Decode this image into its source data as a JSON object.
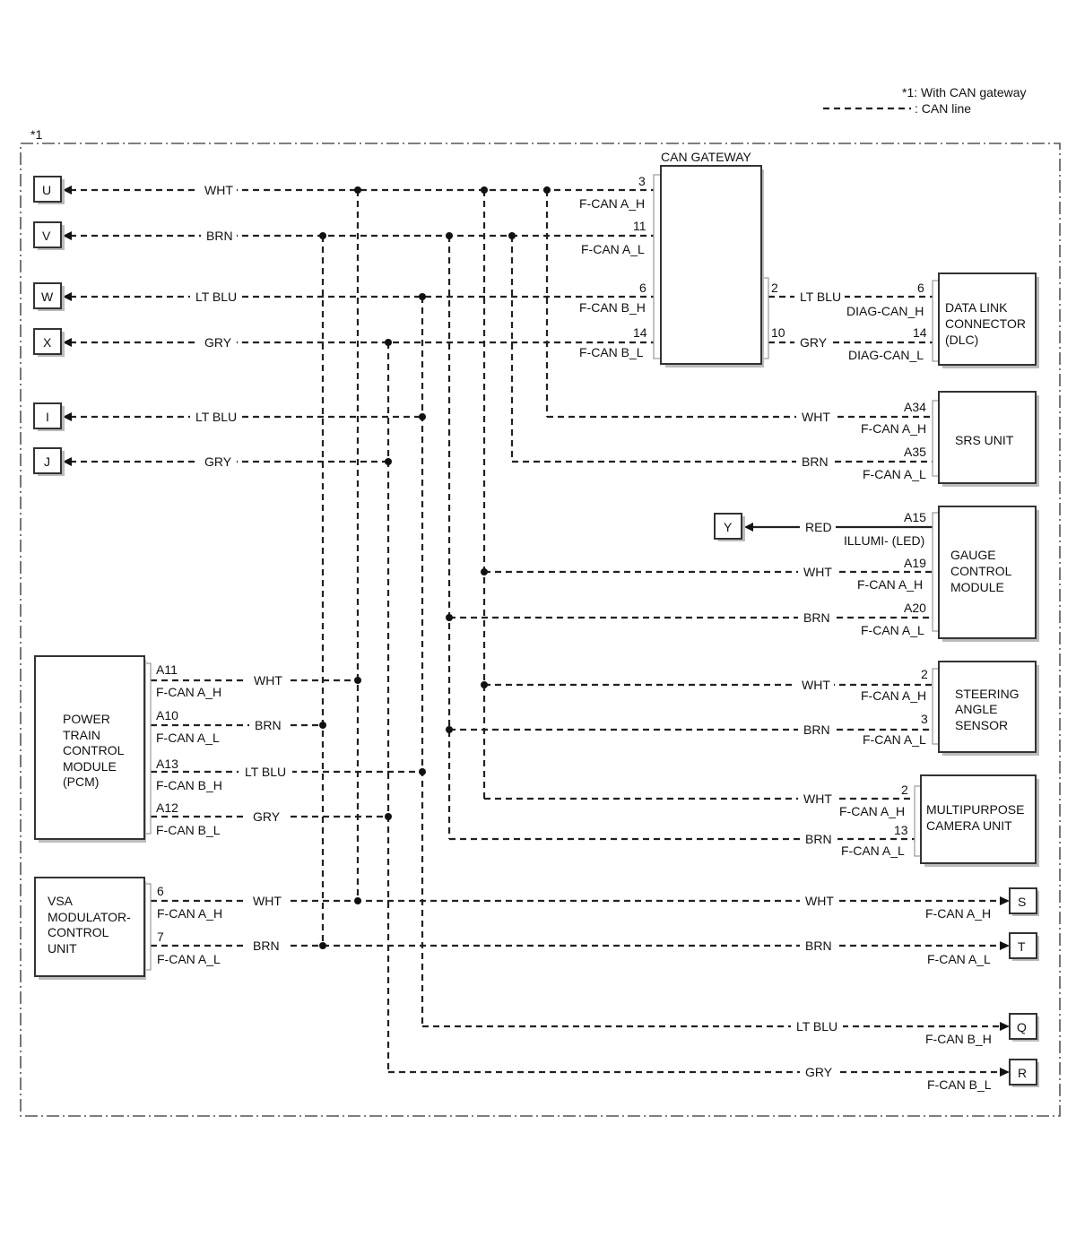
{
  "legend": {
    "note1": "*1: With CAN gateway",
    "can_line": ": CAN line"
  },
  "frame_label": "*1",
  "can_gateway": {
    "title": "CAN GATEWAY",
    "pins": [
      {
        "num": "3",
        "sig": "F-CAN A_H"
      },
      {
        "num": "11",
        "sig": "F-CAN A_L"
      },
      {
        "num": "6",
        "sig": "F-CAN B_H"
      },
      {
        "num": "14",
        "sig": "F-CAN B_L"
      }
    ],
    "right_pins": [
      {
        "num": "2"
      },
      {
        "num": "10"
      }
    ]
  },
  "wire_colors": {
    "wht": "WHT",
    "brn": "BRN",
    "ltblu": "LT BLU",
    "gry": "GRY",
    "red": "RED"
  },
  "connectors": {
    "U": "U",
    "V": "V",
    "W": "W",
    "X": "X",
    "I": "I",
    "J": "J",
    "Y": "Y",
    "S": "S",
    "T": "T",
    "Q": "Q",
    "R": "R"
  },
  "dlc": {
    "name_lines": [
      "DATA LINK",
      "CONNECTOR",
      "(DLC)"
    ],
    "pins": [
      {
        "num": "6",
        "sig": "DIAG-CAN_H"
      },
      {
        "num": "14",
        "sig": "DIAG-CAN_L"
      }
    ]
  },
  "srs": {
    "name": "SRS UNIT",
    "pins": [
      {
        "num": "A34",
        "sig": "F-CAN A_H"
      },
      {
        "num": "A35",
        "sig": "F-CAN A_L"
      }
    ]
  },
  "gauge": {
    "name_lines": [
      "GAUGE",
      "CONTROL",
      "MODULE"
    ],
    "pins": [
      {
        "num": "A15",
        "sig": "ILLUMI- (LED)"
      },
      {
        "num": "A19",
        "sig": "F-CAN A_H"
      },
      {
        "num": "A20",
        "sig": "F-CAN A_L"
      }
    ]
  },
  "steering": {
    "name_lines": [
      "STEERING",
      "ANGLE",
      "SENSOR"
    ],
    "pins": [
      {
        "num": "2",
        "sig": "F-CAN A_H"
      },
      {
        "num": "3",
        "sig": "F-CAN A_L"
      }
    ]
  },
  "camera": {
    "name_lines": [
      "MULTIPURPOSE",
      "CAMERA UNIT"
    ],
    "pins": [
      {
        "num": "2",
        "sig": "F-CAN A_H"
      },
      {
        "num": "13",
        "sig": "F-CAN A_L"
      }
    ]
  },
  "pcm": {
    "name_lines": [
      "POWER",
      "TRAIN",
      "CONTROL",
      "MODULE",
      "(PCM)"
    ],
    "pins": [
      {
        "num": "A11",
        "sig": "F-CAN A_H"
      },
      {
        "num": "A10",
        "sig": "F-CAN A_L"
      },
      {
        "num": "A13",
        "sig": "F-CAN B_H"
      },
      {
        "num": "A12",
        "sig": "F-CAN B_L"
      }
    ]
  },
  "vsa": {
    "name_lines": [
      "VSA",
      "MODULATOR-",
      "CONTROL",
      "UNIT"
    ],
    "pins": [
      {
        "num": "6",
        "sig": "F-CAN A_H"
      },
      {
        "num": "7",
        "sig": "F-CAN A_L"
      }
    ]
  },
  "outputs": {
    "S": {
      "sig": "F-CAN A_H"
    },
    "T": {
      "sig": "F-CAN A_L"
    },
    "Q": {
      "sig": "F-CAN B_H"
    },
    "R": {
      "sig": "F-CAN B_L"
    }
  }
}
